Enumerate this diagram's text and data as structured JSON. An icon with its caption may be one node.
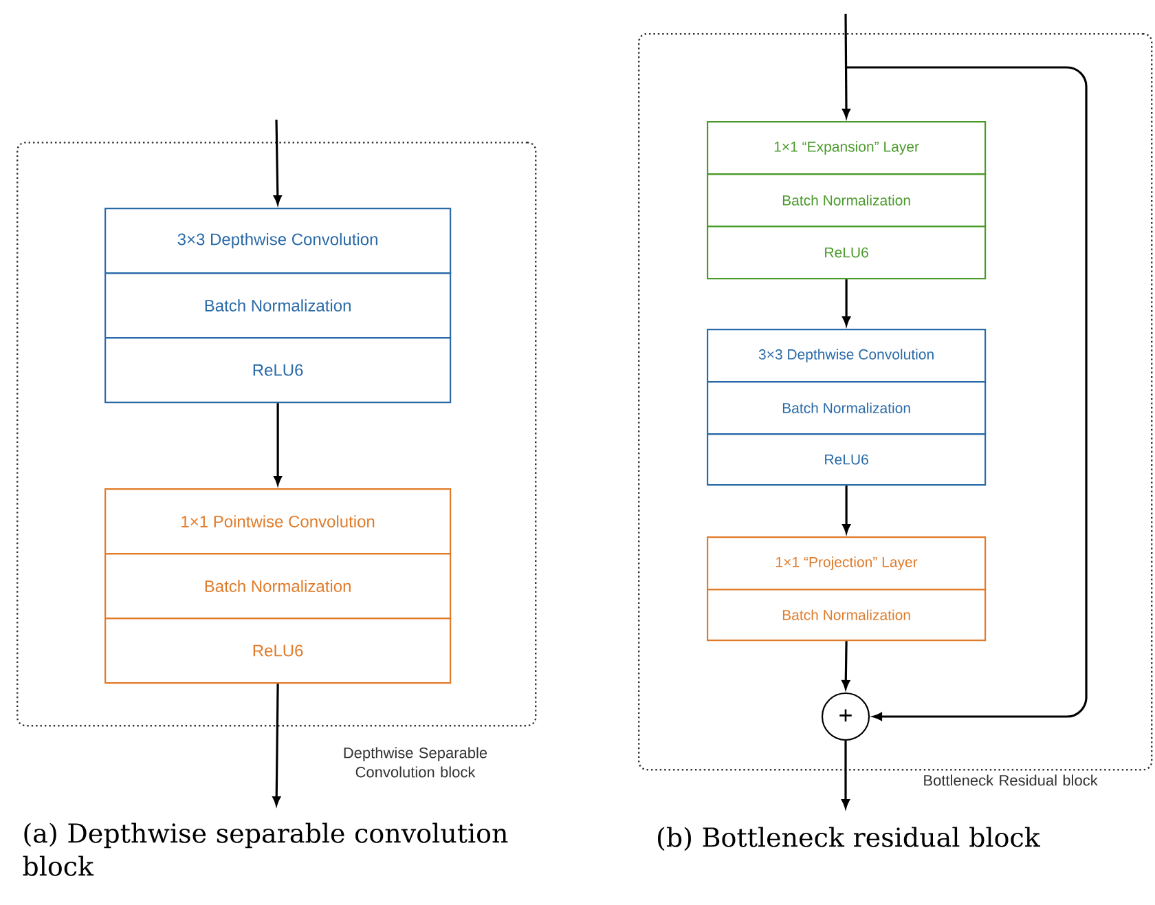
{
  "diagram": {
    "nodes": [
      {
        "text": [
          "Depthwise Separable Convolution block"
        ]
      },
      {
        "text": [
          "3×3 Depthwise Convolution"
        ],
        "in": 0
      },
      {
        "text": [
          "Batch Normalization"
        ],
        "in": 0
      },
      {
        "text": [
          "ReLU6"
        ],
        "in": 0
      },
      {
        "text": [
          "1×1 Pointwise Convolution"
        ],
        "in": 0
      },
      {
        "text": [
          "Batch Normalization"
        ],
        "in": 0
      },
      {
        "text": [
          "ReLU6"
        ],
        "in": 0
      },
      {
        "text": [
          "Bottleneck Residual block"
        ]
      },
      {
        "text": [
          "1×1 “Expansion” Layer"
        ],
        "in": 7
      },
      {
        "text": [
          "Batch Normalization"
        ],
        "in": 7
      },
      {
        "text": [
          "ReLU6"
        ],
        "in": 7
      },
      {
        "text": [
          "3×3 Depthwise Convolution"
        ],
        "in": 7
      },
      {
        "text": [
          "Batch Normalization"
        ],
        "in": 7
      },
      {
        "text": [
          "ReLU6"
        ],
        "in": 7
      },
      {
        "text": [
          "1×1 “Projection” Layer"
        ],
        "in": 7
      },
      {
        "text": [
          "Batch Normalization"
        ],
        "in": 7
      },
      {
        "text": [
          "+"
        ],
        "in": 7
      }
    ],
    "edges": [
      {
        "from": null,
        "to": 1,
        "arrow": "to"
      },
      {
        "from": 3,
        "to": 4,
        "arrow": "to"
      },
      {
        "from": 6,
        "to": null,
        "arrow": "to"
      },
      {
        "from": null,
        "to": 8,
        "arrow": "to"
      },
      {
        "from": 10,
        "to": 11,
        "arrow": "to"
      },
      {
        "from": 13,
        "to": 14,
        "arrow": "to"
      },
      {
        "from": 15,
        "to": 16,
        "arrow": "to"
      },
      {
        "from": 16,
        "to": null,
        "arrow": "to"
      },
      {
        "from": null,
        "to": 16,
        "arrow": "to"
      }
    ],
    "labels": [
      "(a) Depthwise separable convolution block",
      "(b) Bottleneck residual block"
    ]
  }
}
